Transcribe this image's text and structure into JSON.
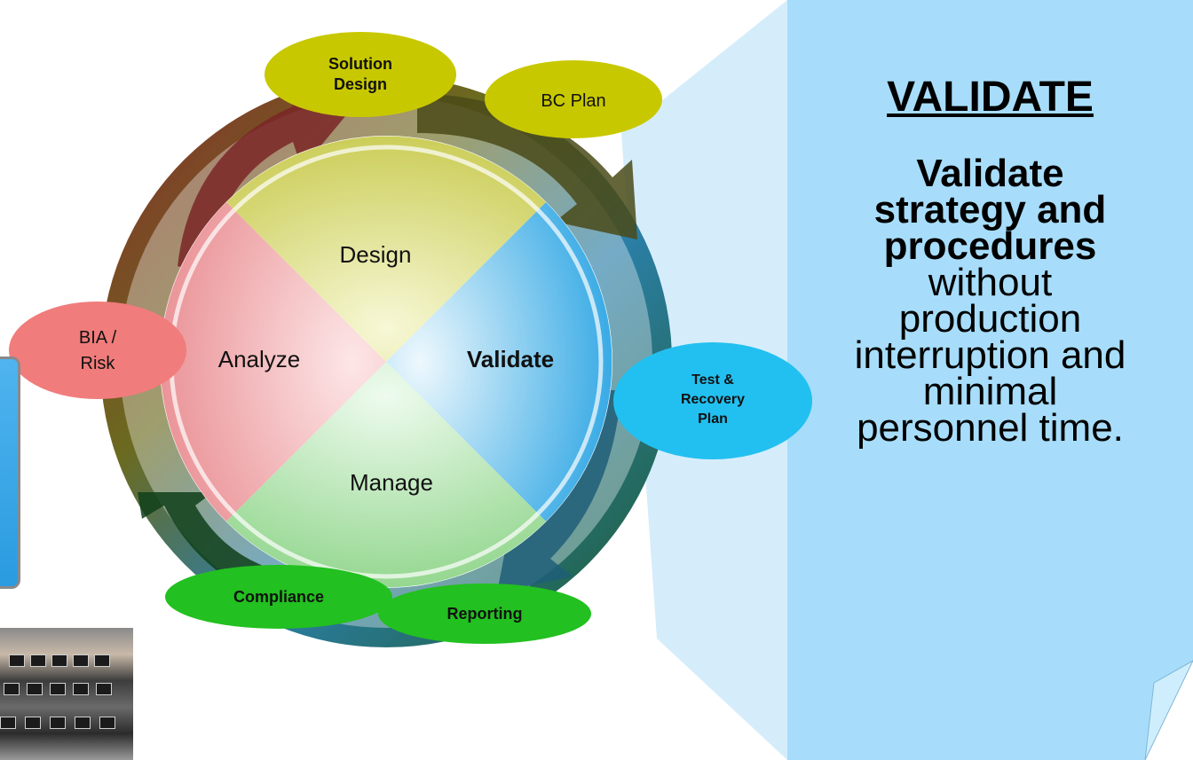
{
  "cycle": {
    "quadrants": {
      "design": "Design",
      "analyze": "Analyze",
      "validate": "Validate",
      "manage": "Manage"
    },
    "ovals": {
      "solution_design_line1": "Solution",
      "solution_design_line2": "Design",
      "bc_plan": "BC Plan",
      "bia_line1": "BIA /",
      "bia_line2": "Risk",
      "test_line1": "Test &",
      "test_line2": "Recovery",
      "test_line3": "Plan",
      "compliance": "Compliance",
      "reporting": "Reporting"
    }
  },
  "panel": {
    "heading": "VALIDATE",
    "body_bold_1": "Validate",
    "body_bold_2": "strategy and",
    "body_bold_3": "procedures",
    "body_1": "without",
    "body_2": "production",
    "body_3": "interruption and",
    "body_4": "minimal",
    "body_5": "personnel time."
  },
  "colors": {
    "design": "#d9dc6e",
    "analyze": "#f2a3a6",
    "validate": "#4fb6ea",
    "manage": "#a8e0a4",
    "oval_yellow": "#c8c800",
    "oval_red": "#f07c7c",
    "oval_cyan": "#22c0f0",
    "oval_green": "#22c020",
    "panel": "#b0e1fb"
  }
}
